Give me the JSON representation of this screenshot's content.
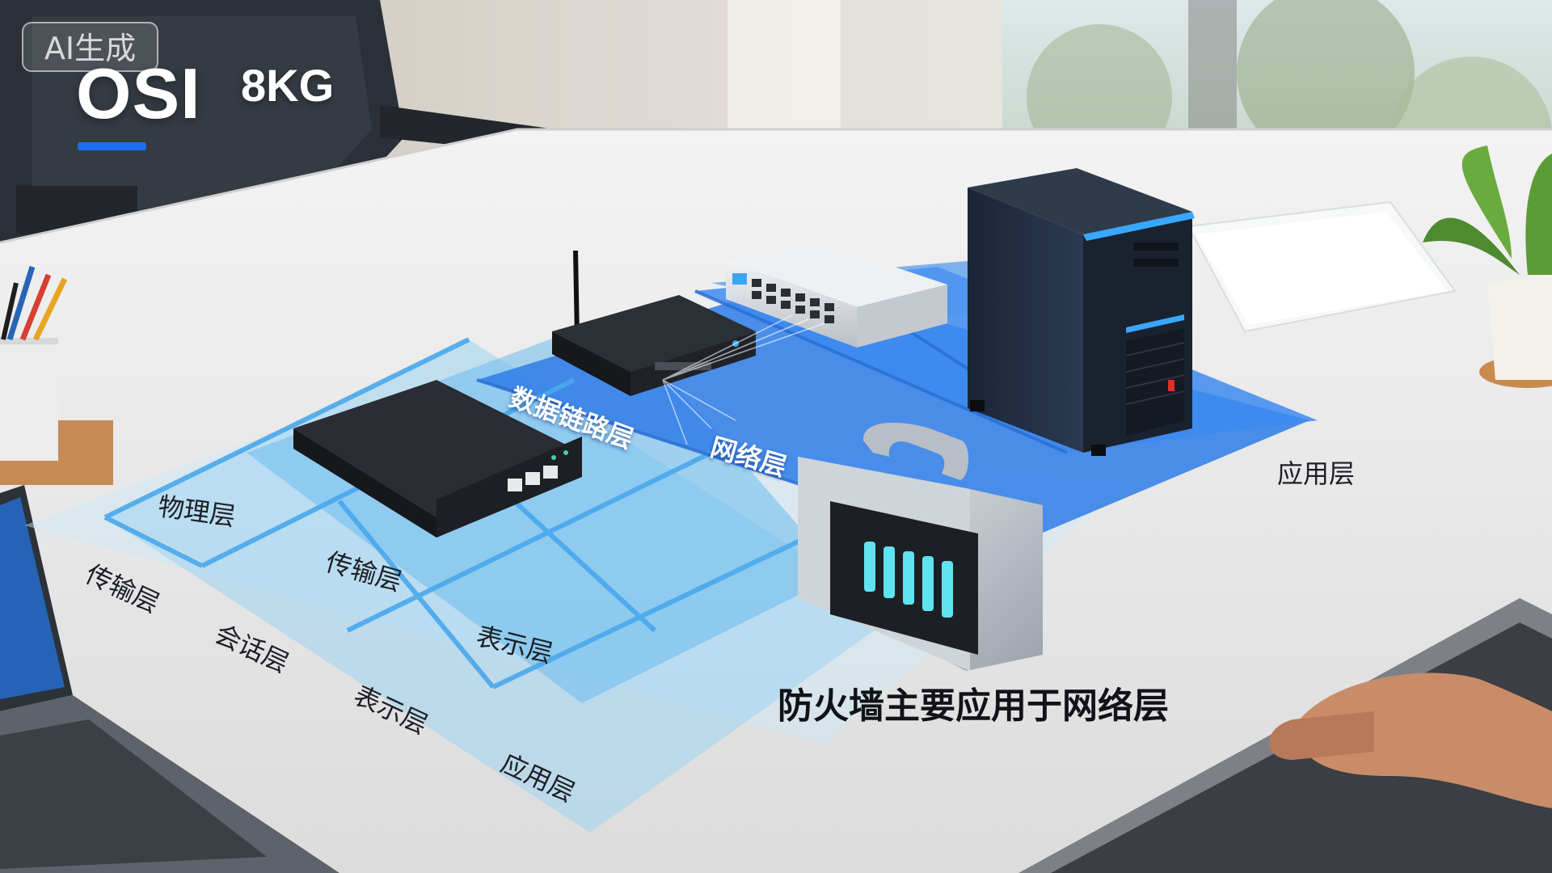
{
  "watermark": "AI生成",
  "header": {
    "title": "OSI",
    "brand": "8KG"
  },
  "layer_labels": {
    "physical": "物理层",
    "transport_front_left": "传输层",
    "session": "会话层",
    "presentation_front": "表示层",
    "application_front": "应用层",
    "transport_grid": "传输层",
    "presentation_grid": "表示层",
    "data_link": "数据链路层",
    "network": "网络层",
    "application_right": "应用层"
  },
  "caption": "防火墙主要应用于网络层",
  "icons": {
    "chair": "office-chair-icon",
    "pencil_cup": "pencil-cup-icon",
    "laptop": "laptop-icon",
    "keyboard": "keyboard-icon",
    "hand": "hand-icon",
    "plant": "potted-plant-icon",
    "papers": "paper-stack-icon",
    "router_small": "router-icon",
    "router_wifi": "wifi-router-icon",
    "switch": "network-switch-icon",
    "server": "tower-server-icon",
    "firewall": "firewall-icon"
  },
  "colors": {
    "accent": "#1e6ff0",
    "grid_light": "#8fd0f5",
    "grid_mid": "#5eb7ef",
    "grid_dark": "#2f7de6",
    "firewall_bars": "#5fe3f0"
  }
}
